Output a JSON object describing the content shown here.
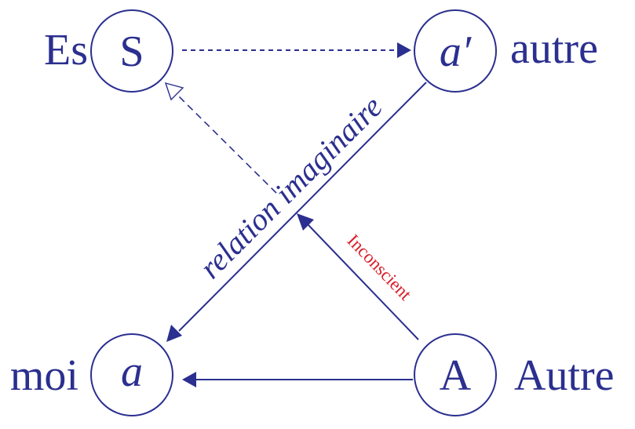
{
  "colors": {
    "primary": "#2b2f8f",
    "accent": "#d8202a",
    "background": "#ffffff"
  },
  "nodes": {
    "S": {
      "letter": "S",
      "side_label": "Es"
    },
    "a_prime": {
      "letter": "a′",
      "side_label": "autre"
    },
    "a": {
      "letter": "a",
      "side_label": "moi"
    },
    "A": {
      "letter": "A",
      "side_label": "Autre"
    }
  },
  "edges": {
    "imaginary_label": "relation imaginaire",
    "unconscious_label": "Inconscient"
  }
}
